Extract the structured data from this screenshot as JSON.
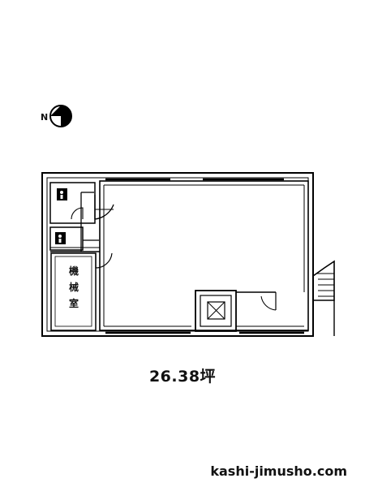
{
  "compass": {
    "label": "N"
  },
  "rooms": {
    "machine_room": {
      "chars": [
        "機",
        "械",
        "室"
      ]
    }
  },
  "area": {
    "label": "26.38坪"
  },
  "credit": {
    "text": "kashi-jimusho.com"
  }
}
